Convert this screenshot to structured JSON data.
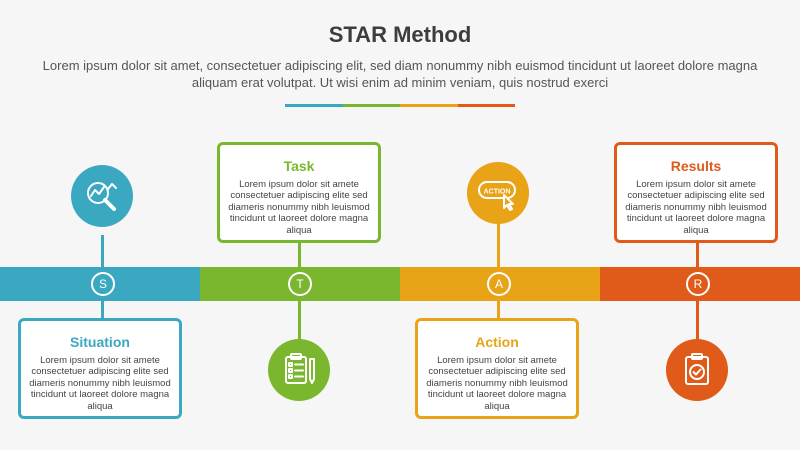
{
  "title": "STAR Method",
  "subtitle": "Lorem ipsum dolor sit amet, consectetuer adipiscing elit, sed diam nonummy nibh euismod tincidunt ut laoreet dolore magna aliquam erat volutpat. Ut wisi enim ad minim veniam, quis nostrud exerci",
  "colors": {
    "situation": "#3aa8c1",
    "task": "#7ab72e",
    "action": "#e8a317",
    "results": "#e05a1a"
  },
  "steps": [
    {
      "letter": "S",
      "title": "Situation",
      "text": "Lorem ipsum dolor sit amete consectetuer adipiscing elite sed diameris nonummy nibh leuismod tincidunt ut laoreet dolore magna aliqua",
      "icon": "magnifier-chart-icon"
    },
    {
      "letter": "T",
      "title": "Task",
      "text": "Lorem ipsum dolor sit amete consectetuer adipiscing elite sed diameris nonummy nibh leuismod tincidunt ut laoreet dolore magna aliqua",
      "icon": "clipboard-list-icon"
    },
    {
      "letter": "A",
      "title": "Action",
      "text": "Lorem ipsum dolor sit amete consectetuer adipiscing elite sed diameris nonummy nibh leuismod tincidunt ut laoreet dolore magna aliqua",
      "icon": "action-button-icon",
      "icon_label": "ACTION"
    },
    {
      "letter": "R",
      "title": "Results",
      "text": "Lorem ipsum dolor sit amete consectetuer adipiscing elite sed diameris nonummy nibh leuismod tincidunt ut laoreet dolore magna aliqua",
      "icon": "clipboard-check-icon"
    }
  ]
}
